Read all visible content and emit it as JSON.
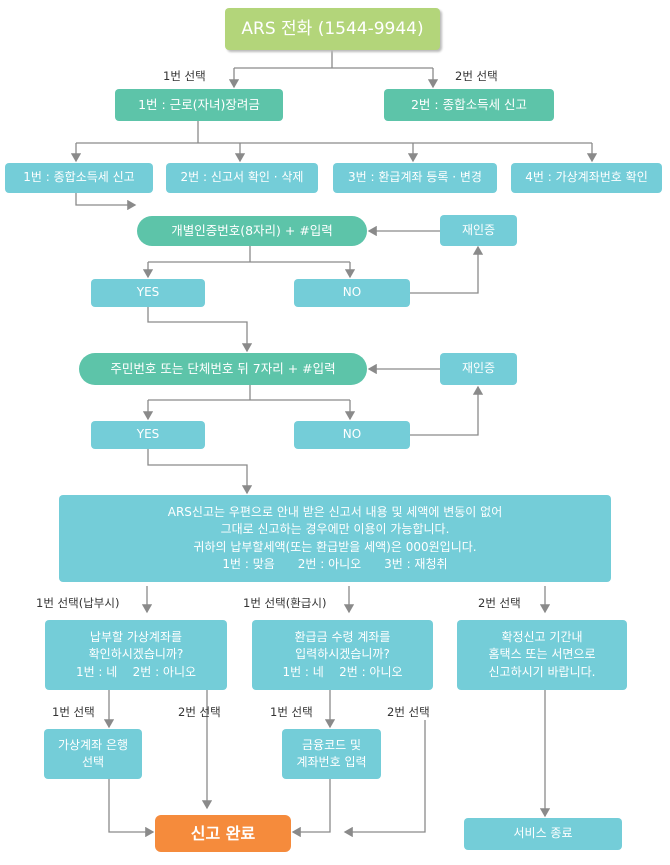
{
  "title": "ARS 전화 (1544-9944)",
  "level1": {
    "choice1_label": "1번 선택",
    "choice2_label": "2번 선택",
    "option1": "1번 : 근로(자녀)장려금",
    "option2": "2번 : 종합소득세 신고"
  },
  "level2": [
    "1번 : 종합소득세 신고",
    "2번 : 신고서 확인 · 삭제",
    "3번 : 환급계좌 등록 · 변경",
    "4번 : 가상계좌번호 확인"
  ],
  "auth1": {
    "prompt": "개별인증번호(8자리) + #입력",
    "retry": "재인증",
    "yes": "YES",
    "no": "NO"
  },
  "auth2": {
    "prompt": "주민번호 또는 단체번호 뒤 7자리 + #입력",
    "retry": "재인증",
    "yes": "YES",
    "no": "NO"
  },
  "notice": {
    "lines": [
      "ARS신고는 우편으로 안내 받은 신고서 내용 및 세액에 변동이 없어",
      "그대로 신고하는 경우에만 이용이 가능합니다.",
      "귀하의 납부할세액(또는 환급받을 세액)은 000원입니다.",
      "1번 : 맞음      2번 : 아니오      3번 : 재청취"
    ]
  },
  "branches": {
    "pay_label": "1번 선택(납부시)",
    "refund_label": "1번 선택(환급시)",
    "no_label": "2번 선택",
    "pay_box": [
      "납부할 가상계좌를",
      "확인하시겠습니까?",
      "1번 : 네    2번 : 아니오"
    ],
    "refund_box": [
      "환급금 수령 계좌를",
      "입력하시겠습니까?",
      "1번 : 네    2번 : 아니오"
    ],
    "no_box": [
      "확정신고 기간내",
      "홈택스 또는 서면으로",
      "신고하시기 바랍니다."
    ]
  },
  "final": {
    "pay_yes_label": "1번 선택",
    "pay_no_label": "2번 선택",
    "refund_yes_label": "1번 선택",
    "refund_no_label": "2번 선택",
    "bank_box": [
      "가상계좌 은행",
      "선택"
    ],
    "code_box": [
      "금융코드 및",
      "계좌번호 입력"
    ],
    "complete": "신고 완료",
    "end": "서비스 종료"
  },
  "colors": {
    "green": "#b3d57a",
    "teal": "#5dc4a9",
    "cyan": "#74cdd8",
    "orange": "#f58b3c",
    "line": "#8a8a8a"
  }
}
